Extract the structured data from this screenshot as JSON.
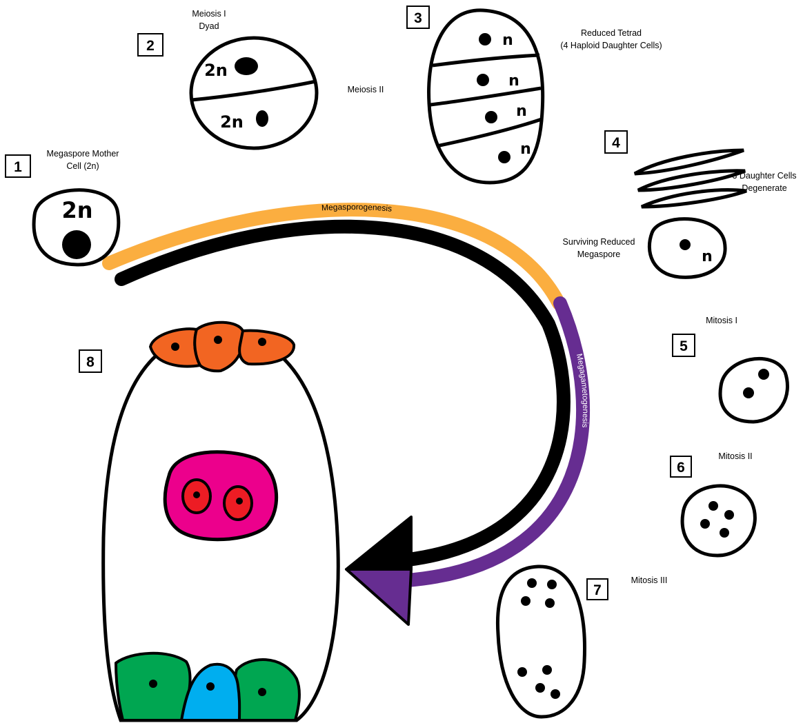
{
  "stages": [
    {
      "number": "1",
      "label_lines": [
        "Megaspore Mother",
        "Cell (2n)"
      ]
    },
    {
      "number": "2",
      "label_lines": [
        "Meiosis I",
        "Dyad"
      ]
    },
    {
      "number": "3",
      "label_lines": [
        "Reduced Tetrad",
        "(4 Haploid Daughter Cells)"
      ]
    },
    {
      "number": "4",
      "label_lines": [
        "3 Daughter Cells",
        "Degenerate"
      ]
    },
    {
      "number": "5",
      "label_lines": [
        "Mitosis I"
      ]
    },
    {
      "number": "6",
      "label_lines": [
        "Mitosis II"
      ]
    },
    {
      "number": "7",
      "label_lines": [
        "Mitosis III"
      ]
    },
    {
      "number": "8",
      "label_lines": []
    }
  ],
  "transition_labels": {
    "meiosis_2": "Meiosis II",
    "surviving": [
      "Surviving Reduced",
      "Megaspore"
    ]
  },
  "cell_ploidy": {
    "diploid": "2n",
    "haploid": "n"
  },
  "process_bands": {
    "megasporogenesis": {
      "label": "Megasporogenesis",
      "color": "#FBAE40"
    },
    "megagametogenesis": {
      "label": "Megagametogenesis",
      "color": "#662D91"
    }
  },
  "embryo_sac_colors": {
    "antipodals": "#F26522",
    "central_cell": "#EC008C",
    "polar_nuclei": "#ED1C24",
    "synergids": "#00A651",
    "egg_cell": "#00AEEF"
  },
  "icons": [
    "cell-icon",
    "nucleus-icon",
    "curved-arrow-icon"
  ]
}
